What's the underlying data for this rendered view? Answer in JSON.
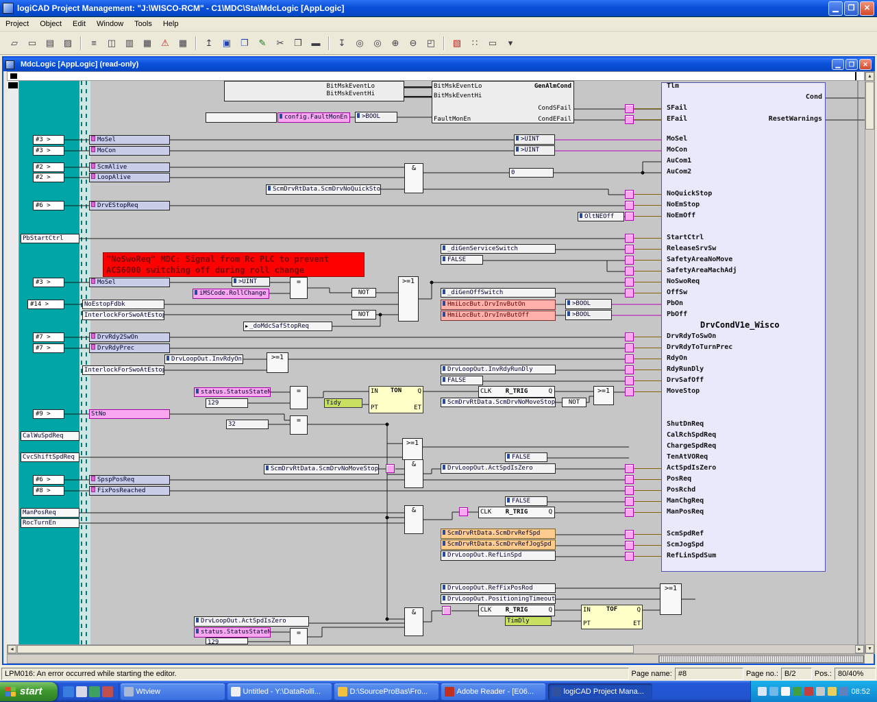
{
  "app": {
    "title": "logiCAD Project Management: \"J:\\WISCO-RCM\" - C1\\MDC\\Sta\\MdcLogic [AppLogic]",
    "menu": [
      "Project",
      "Object",
      "Edit",
      "Window",
      "Tools",
      "Help"
    ],
    "toolbar_icons": [
      "new",
      "open",
      "print",
      "properties",
      "|",
      "view-list",
      "view-columns",
      "view-split",
      "view-pages",
      "alarm",
      "grid",
      "|",
      "up-level",
      "save",
      "save-page",
      "sign",
      "cut",
      "copy",
      "paste",
      "|",
      "insert",
      "find",
      "zoom-page",
      "zoom-in",
      "zoom-out",
      "zoom-region",
      "|",
      "select-region",
      "snap-grid",
      "erase",
      "more"
    ]
  },
  "child": {
    "title": "MdcLogic [AppLogic] (read-only)"
  },
  "diagram": {
    "left": [
      {
        "tag": "#3 >",
        "label": "MoSel"
      },
      {
        "tag": "#3 >",
        "label": "MoCon"
      },
      {
        "tag": "#2 >",
        "label": "ScmAlive"
      },
      {
        "tag": "#2 >",
        "label": "LoopAlive"
      },
      {
        "tag": "#6 >",
        "label": "DrvEStopReq"
      },
      {
        "tag": "#3 >",
        "label": "MoSel"
      },
      {
        "tag": "#14 >",
        "label": "NoEstopFdbk"
      },
      {
        "label": "InterlockForSwoAtEstop"
      },
      {
        "tag": "#7 >",
        "label": "DrvRdy2SwOn"
      },
      {
        "tag": "#7 >",
        "label": "DrvRdyPrec"
      },
      {
        "label": "InterlockForSwoAtEstop"
      },
      {
        "tag": "#9 >",
        "label": "StNo"
      },
      {
        "tag": "#6 >",
        "label": "SpspPosReq"
      },
      {
        "tag": "#8 >",
        "label": "FixPosReached"
      }
    ],
    "rails": [
      "PbStartCtrl",
      "CalWuSpdReq",
      "CvcShiftSpdReq",
      "ManPosReq",
      "RocTurnEn"
    ],
    "boxes": {
      "bitlo": "BitMskEventLo",
      "bithi": "BitMskEventHi",
      "genalm": "GenAlmCond",
      "condsfail": "CondSFail",
      "condefail": "CondEFail",
      "faultmonen": "FaultMonEn",
      "config_faultmonen": "config.FaultMonEn",
      "to_bool": ">BOOL",
      "to_uint": ">UINT",
      "zero": "0",
      "and": "&",
      "or": ">=1",
      "not": "NOT",
      "eq": "=",
      "scm_noquickstop": "ScmDrvRtData.ScmDrvNoQuickStop",
      "oltneoff": "OltNEOff",
      "di_service": "_diGenServiceSwitch",
      "false": "FALSE",
      "warn1": "\"NoSwoReq\" MDC: Signal from Rc PLC to prevent",
      "warn2": "ACS6000 switching off during  roll change",
      "imscode": "iMSCode.RollChange",
      "di_offswitch": "_diGenOffSwitch",
      "hmi_on": "HmiLocBut.DrvInvButOn",
      "hmi_off": "HmiLocBut.DrvInvButOff",
      "do_safstop": "_doMdcSafStopReq",
      "inv_rdyon": "DrvLoopOut.InvRdyOn",
      "inv_rdyrundly": "DrvLoopOut.InvRdyRunDly",
      "status_stateno": "status.StatusStateNo",
      "v129": "129",
      "v32": "32",
      "tidy": "Tidy",
      "timdly": "TimDly",
      "ton": "TON",
      "tof": "TOF",
      "in": "IN",
      "pt": "PT",
      "q": "Q",
      "et": "ET",
      "clk": "CLK",
      "rtrig": "R_TRIG",
      "scm_nomovestop": "ScmDrvRtData.ScmDrvNoMoveStop",
      "act_spdiszero": "DrvLoopOut.ActSpdIsZero",
      "scm_refspd": "ScmDrvRtData.ScmDrvRefSpd",
      "scm_refjogspd": "ScmDrvRtData.ScmDrvRefJogSpd",
      "reflinspd": "DrvLoopOut.RefLinSpd",
      "reffixposrod": "DrvLoopOut.RefFixPosRod",
      "postimeout": "DrvLoopOut.PositioningTimeout"
    },
    "block": {
      "title": "DrvCondV1e_Wisco",
      "tlm": "Tlm",
      "cond": "Cond",
      "sfail": "SFail",
      "efail": "EFail",
      "resetwarnings": "ResetWarnings",
      "pins": [
        "MoSel",
        "MoCon",
        "AuCom1",
        "AuCom2",
        "NoQuickStop",
        "NoEmStop",
        "NoEmOff",
        "StartCtrl",
        "ReleaseSrvSw",
        "SafetyAreaNoMove",
        "SafetyAreaMachAdj",
        "NoSwoReq",
        "OffSw",
        "PbOn",
        "PbOff",
        "DrvRdyToSwOn",
        "DrvRdyToTurnPrec",
        "RdyOn",
        "RdyRunDly",
        "DrvSafOff",
        "MoveStop",
        "ShutDnReq",
        "CalRchSpdReq",
        "ChargeSpdReq",
        "TenAtVOReq",
        "ActSpdIsZero",
        "PosReq",
        "PosRchd",
        "ManChgReq",
        "ManPosReq",
        "ScmSpdRef",
        "ScmJogSpd",
        "RefLinSpdSum"
      ]
    }
  },
  "status": {
    "message": "LPM016: An error occurred while starting the editor.",
    "page_name_label": "Page name:",
    "page_name": "#8",
    "page_no_label": "Page no.:",
    "page_no": "B/2",
    "pos_label": "Pos.:",
    "pos": "80/40%"
  },
  "taskbar": {
    "start": "start",
    "tasks": [
      "Wtview",
      "Untitled - Y:\\DataRolli...",
      "D:\\SourceProBas\\Fro...",
      "Adobe Reader - [E06...",
      "logiCAD Project Mana..."
    ],
    "clock": "08:52"
  }
}
